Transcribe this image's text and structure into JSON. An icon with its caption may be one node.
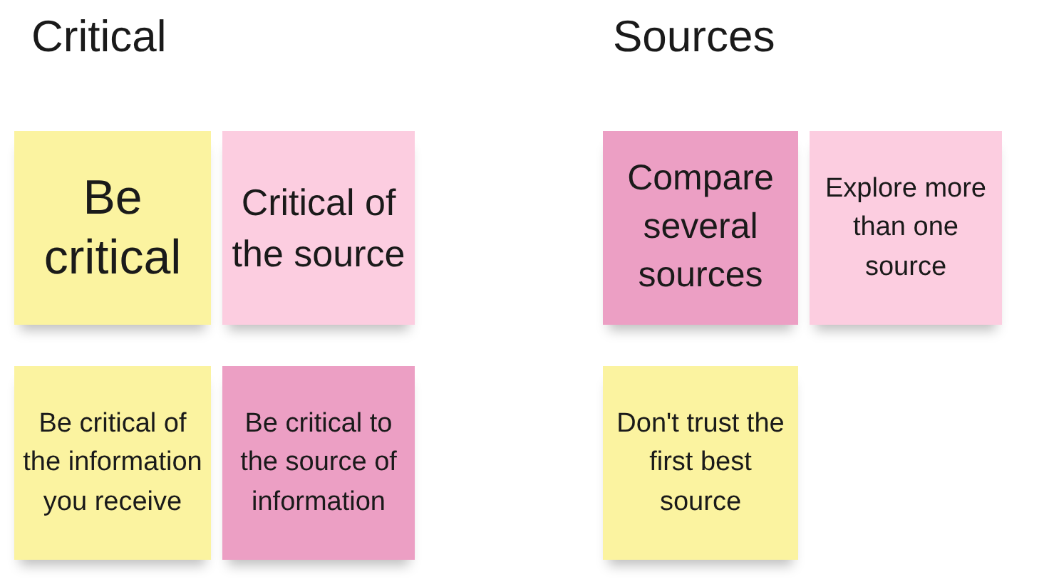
{
  "diagram": {
    "nodes": [
      {
        "text": [
          "Be critical"
        ]
      },
      {
        "text": [
          "Critical of the source"
        ]
      },
      {
        "text": [
          "Be critical of the information you receive"
        ]
      },
      {
        "text": [
          "Be critical to the source of information"
        ]
      },
      {
        "text": [
          "Compare several sources"
        ]
      },
      {
        "text": [
          "Explore more than one source"
        ]
      },
      {
        "text": [
          "Don't trust the first best source"
        ]
      }
    ],
    "edges": [],
    "labels": [
      "Critical",
      "Sources"
    ]
  }
}
